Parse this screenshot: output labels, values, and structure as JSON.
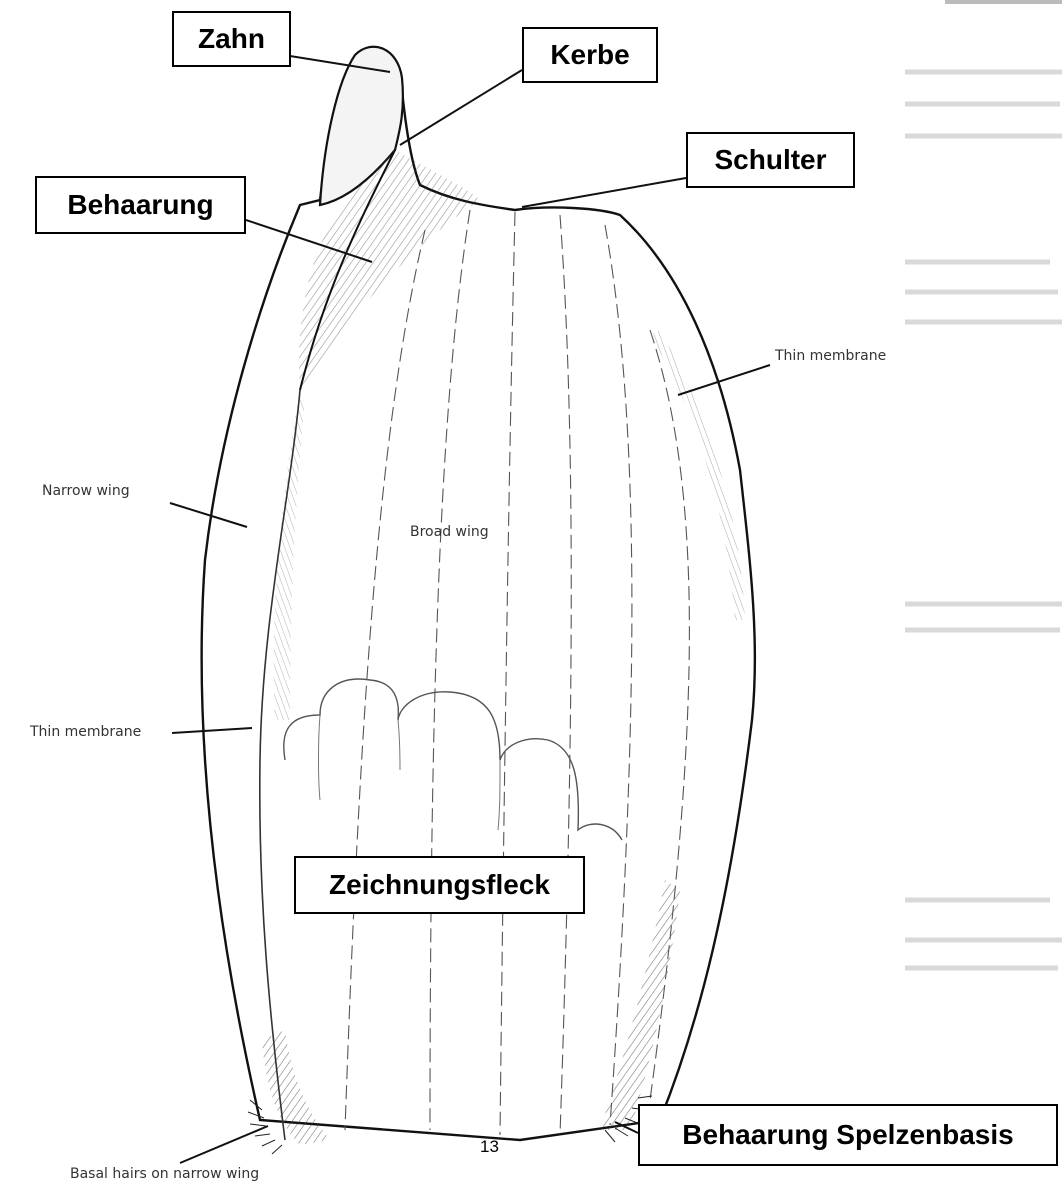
{
  "labels": {
    "zahn": "Zahn",
    "kerbe": "Kerbe",
    "schulter": "Schulter",
    "behaarung": "Behaarung",
    "zeichnungsfleck": "Zeichnungsfleck",
    "behaarung_spelzenbasis": "Behaarung Spelzenbasis"
  },
  "annotations": {
    "thin_membrane_right": "Thin membrane",
    "narrow_wing": "Narrow wing",
    "broad_wing": "Broad wing",
    "thin_membrane_left": "Thin membrane",
    "basal_hairs": "Basal hairs on narrow wing"
  },
  "page_number": "13",
  "colors": {
    "line": "#111111",
    "shade": "#6e6e6e",
    "faint_text": "#c8c8c8"
  }
}
